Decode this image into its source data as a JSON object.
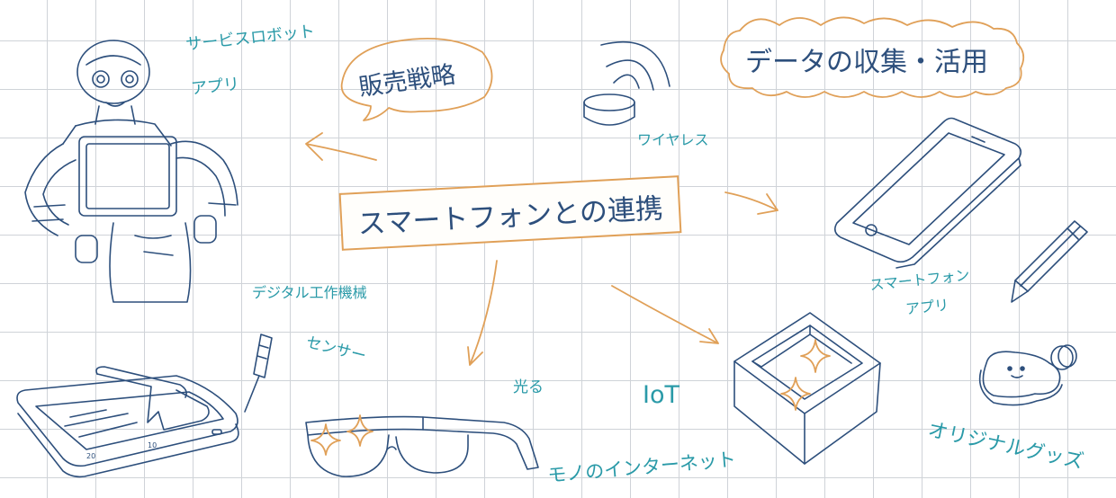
{
  "center_topic": "スマートフォンとの連携",
  "bubbles": {
    "sales": "販売戦略",
    "data": "データの収集・活用"
  },
  "labels": {
    "service_robot_1": "サービスロボット",
    "service_robot_2": "アプリ",
    "wireless": "ワイヤレス",
    "digital_machine": "デジタル工作機械",
    "sensor": "センサー",
    "light": "光る",
    "iot": "IoT",
    "iot_ja": "モノのインターネット",
    "smartphone_app_1": "スマートフォン",
    "smartphone_app_2": "アプリ",
    "original_goods": "オリジナルグッズ"
  },
  "colors": {
    "line_art": "#2d4f7c",
    "teal_text": "#2a9aa8",
    "accent_orange": "#e0a058",
    "grid": "#cfd3d8"
  },
  "icons": [
    "robot-icon",
    "wireless-beacon-icon",
    "smartphone-icon",
    "pencil-icon",
    "cutting-machine-icon",
    "screwdriver-icon",
    "smart-glasses-icon",
    "iot-box-icon",
    "keychain-icon"
  ]
}
